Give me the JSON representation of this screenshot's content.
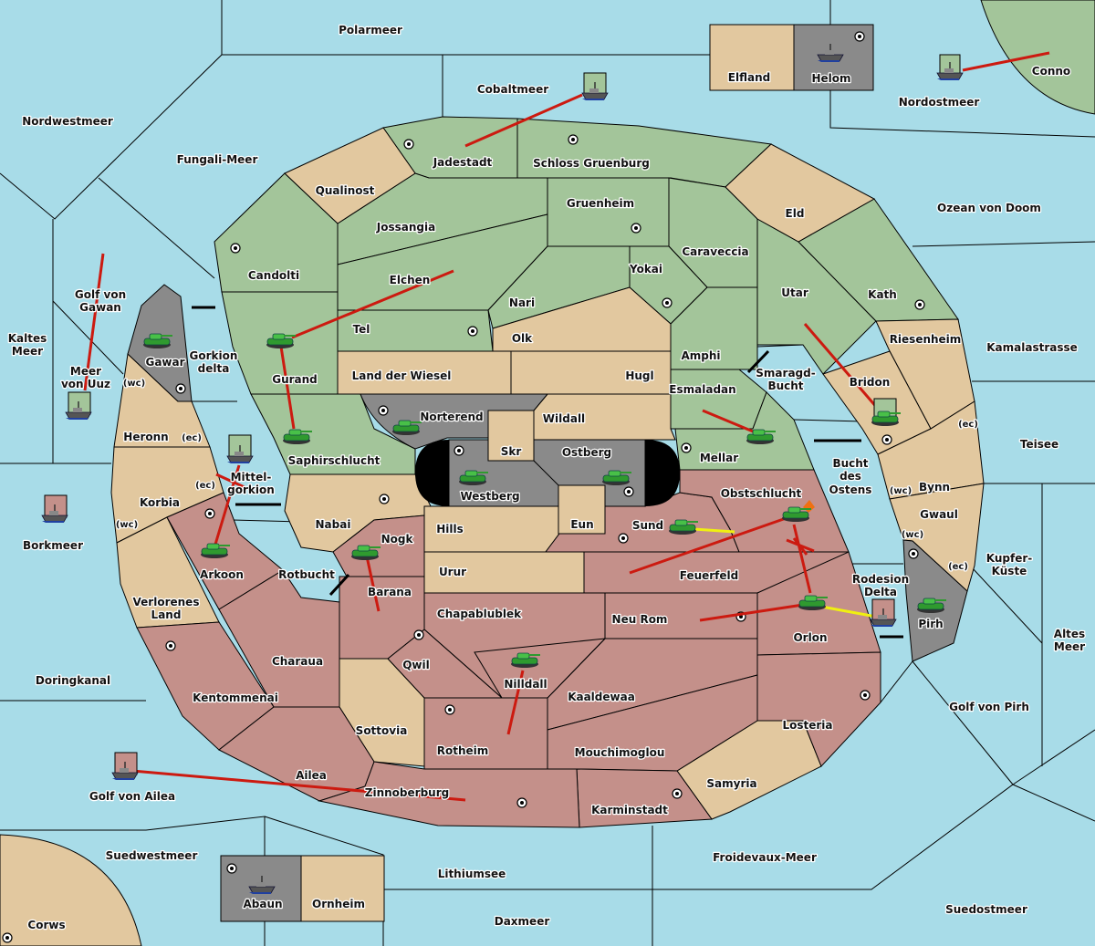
{
  "map_colors": {
    "sea": "#a8dce8",
    "green_power": "#a3c59a",
    "neutral": "#e2c89f",
    "red_power": "#c4908a",
    "gray_power": "#8a8a8a",
    "move_order": "#cc1a10",
    "support_order": "#f0f010"
  },
  "seas": {
    "polarmeer": "Polarmeer",
    "cobaltmeer": "Cobaltmeer",
    "nordostmeer": "Nordostmeer",
    "nordwestmeer": "Nordwestmeer",
    "fungali": "Fungali-Meer",
    "ozean": "Ozean von Doom",
    "golf_gawan_1": "Golf von",
    "golf_gawan_2": "Gawan",
    "kaltes_1": "Kaltes",
    "kaltes_2": "Meer",
    "uuz_1": "Meer",
    "uuz_2": "von Uuz",
    "gorkion_1": "Gorkion",
    "gorkion_2": "delta",
    "kamala": "Kamalastrasse",
    "smaragd_1": "Smaragd-",
    "smaragd_2": "Bucht",
    "teisee": "Teisee",
    "bucht_1": "Bucht",
    "bucht_2": "des",
    "bucht_3": "Ostens",
    "mittel_1": "Mittel-",
    "mittel_2": "gorkion",
    "borkmeer": "Borkmeer",
    "rotbucht": "Rotbucht",
    "kupfer_1": "Kupfer-",
    "kupfer_2": "Küste",
    "rodesion_1": "Rodesion",
    "rodesion_2": "Delta",
    "altes_1": "Altes",
    "altes_2": "Meer",
    "doringkanal": "Doringkanal",
    "golf_pirh": "Golf von Pirh",
    "golf_ailea": "Golf von Ailea",
    "suedwestmeer": "Suedwestmeer",
    "froidevaux": "Froidevaux-Meer",
    "lithiumsee": "Lithiumsee",
    "daxmeer": "Daxmeer",
    "suedostmeer": "Suedostmeer"
  },
  "territories": {
    "jadestadt": "Jadestadt",
    "schloss": "Schloss Gruenburg",
    "qualinost": "Qualinost",
    "gruenheim": "Gruenheim",
    "eld": "Eld",
    "jossangia": "Jossangia",
    "caraveccia": "Caraveccia",
    "candolti": "Candolti",
    "elchen": "Elchen",
    "yokai": "Yokai",
    "nari": "Nari",
    "utar": "Utar",
    "kath": "Kath",
    "tel": "Tel",
    "olk": "Olk",
    "riesenheim": "Riesenheim",
    "amphi": "Amphi",
    "gawar": "Gawar",
    "gurand": "Gurand",
    "land_wiesel": "Land der Wiesel",
    "hugl": "Hugl",
    "bridon": "Bridon",
    "esmaladan": "Esmaladan",
    "norterend": "Norterend",
    "wildall": "Wildall",
    "heronn": "Heronn",
    "skr": "Skr",
    "ostberg": "Ostberg",
    "mellar": "Mellar",
    "saphir": "Saphirschlucht",
    "bynn": "Bynn",
    "westberg": "Westberg",
    "obstschlucht": "Obstschlucht",
    "korbia": "Korbia",
    "gwaul": "Gwaul",
    "nabai": "Nabai",
    "eun": "Eun",
    "sund": "Sund",
    "hills": "Hills",
    "nogk": "Nogk",
    "arkoon": "Arkoon",
    "urur": "Urur",
    "feuerfeld": "Feuerfeld",
    "verlorenes_1": "Verlorenes",
    "verlorenes_2": "Land",
    "barana": "Barana",
    "chapablublek": "Chapablublek",
    "neu_rom": "Neu Rom",
    "pirh": "Pirh",
    "orlon": "Orlon",
    "charaua": "Charaua",
    "qwil": "Qwil",
    "nilldall": "Nilldall",
    "kentommenai": "Kentommenai",
    "kaaldewaa": "Kaaldewaa",
    "losteria": "Losteria",
    "sottovia": "Sottovia",
    "rotheim": "Rotheim",
    "mouchimoglou": "Mouchimoglou",
    "ailea": "Ailea",
    "samyria": "Samyria",
    "zinnoberburg": "Zinnoberburg",
    "karminstadt": "Karminstadt",
    "elfland": "Elfland",
    "helom": "Helom",
    "conno": "Conno",
    "abaun": "Abaun",
    "ornheim": "Ornheim",
    "corws": "Corws"
  },
  "coasts": {
    "wc": "(wc)",
    "ec": "(ec)"
  },
  "units": [
    {
      "type": "fleet",
      "owner": "green",
      "location": "Nordostmeer"
    },
    {
      "type": "fleet",
      "owner": "green",
      "location": "Cobaltmeer"
    },
    {
      "type": "fleet",
      "owner": "gray",
      "location": "Helom"
    },
    {
      "type": "fleet",
      "owner": "green",
      "location": "Meer von Uuz"
    },
    {
      "type": "fleet",
      "owner": "green",
      "location": "Mittelgorkion"
    },
    {
      "type": "fleet",
      "owner": "red",
      "location": "Borkmeer"
    },
    {
      "type": "fleet",
      "owner": "red",
      "location": "Golf von Ailea"
    },
    {
      "type": "fleet",
      "owner": "red",
      "location": "Rodesion Delta"
    },
    {
      "type": "fleet",
      "owner": "gray",
      "location": "Abaun"
    },
    {
      "type": "army",
      "owner": "green",
      "location": "Gawar"
    },
    {
      "type": "army",
      "owner": "green",
      "location": "Gurand"
    },
    {
      "type": "army",
      "owner": "green",
      "location": "Saphirschlucht"
    },
    {
      "type": "army",
      "owner": "green",
      "location": "Norterend"
    },
    {
      "type": "army",
      "owner": "green",
      "location": "Westberg"
    },
    {
      "type": "army",
      "owner": "green",
      "location": "Ostberg"
    },
    {
      "type": "army",
      "owner": "green",
      "location": "Mellar"
    },
    {
      "type": "army",
      "owner": "green",
      "location": "Bridon"
    },
    {
      "type": "army",
      "owner": "green",
      "location": "Pirh"
    },
    {
      "type": "army",
      "owner": "green",
      "location": "Arkoon"
    },
    {
      "type": "army",
      "owner": "green",
      "location": "Nogk"
    },
    {
      "type": "army",
      "owner": "green",
      "location": "Sund"
    },
    {
      "type": "army",
      "owner": "green",
      "location": "Obstschlucht"
    },
    {
      "type": "army",
      "owner": "green",
      "location": "Orlon"
    },
    {
      "type": "army",
      "owner": "green",
      "location": "Nilldall"
    }
  ]
}
